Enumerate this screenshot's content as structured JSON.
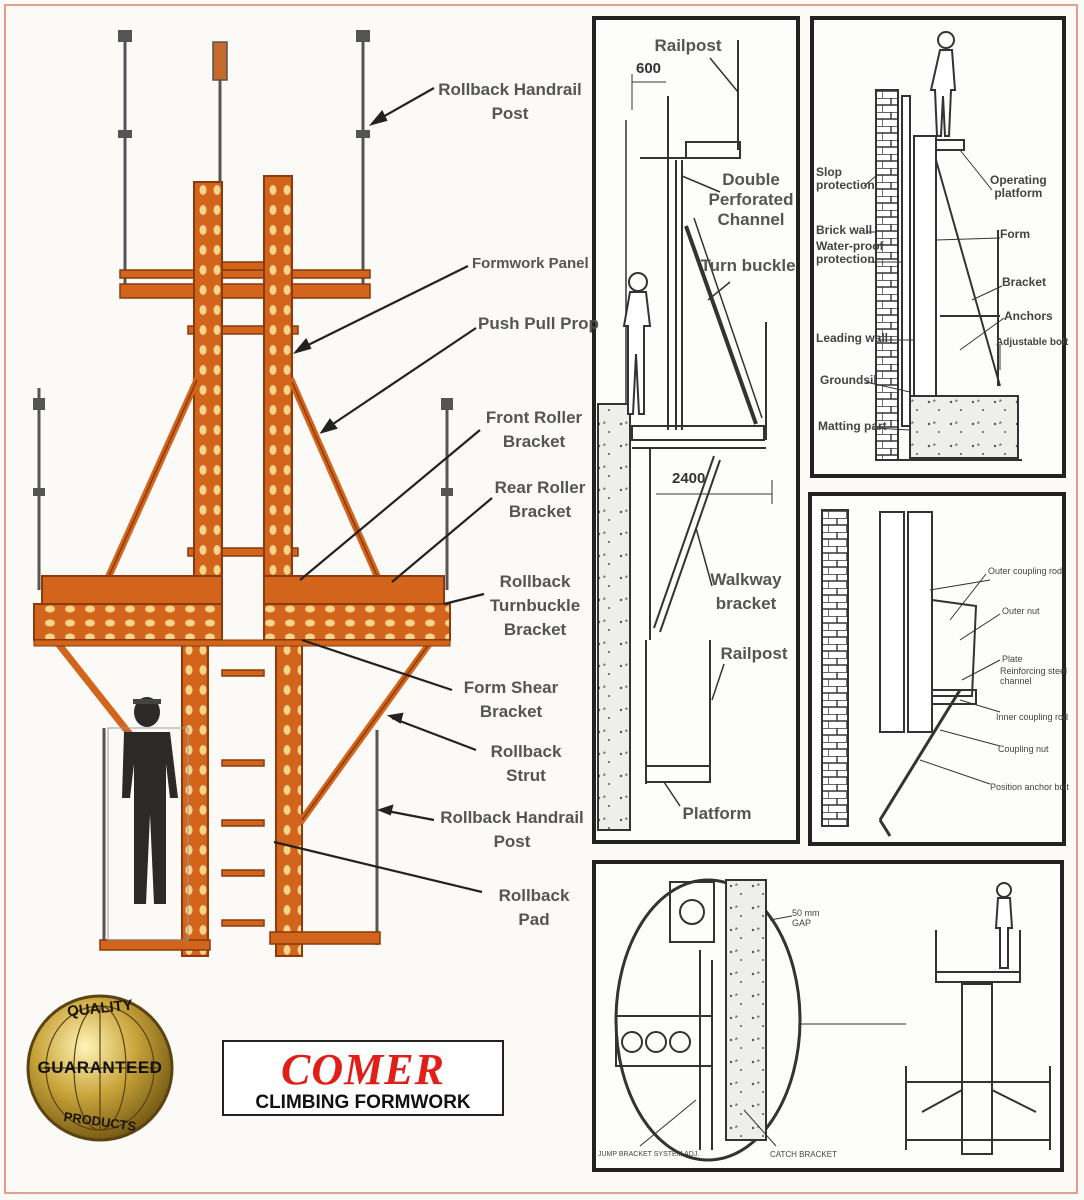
{
  "main_diagram": {
    "labels": {
      "rollback_handrail_post_top": "Rollback Handrail\nPost",
      "formwork_panel": "Formwork Panel",
      "push_pull_prop": "Push Pull Prop",
      "front_roller_bracket": "Front Roller\nBracket",
      "rear_roller_bracket": "Rear Roller\nBracket",
      "rollback_turnbuckle_bracket": "Rollback\nTurnbuckle\nBracket",
      "form_shear_bracket": "Form Shear\nBracket",
      "rollback_strut": "Rollback\nStrut",
      "rollback_handrail_post_bottom": "Rollback Handrail\nPost",
      "rollback_pad": "Rollback\nPad"
    }
  },
  "brand": {
    "name": "COMER",
    "subtitle": "CLIMBING FORMWORK"
  },
  "seal": {
    "top_text": "QUALITY",
    "middle_text": "GUARANTEED",
    "bottom_text": "PRODUCTS"
  },
  "panel_section": {
    "labels": {
      "railpost_top": "Railpost",
      "dim_600": "600",
      "double_perforated_channel": "Double\nPerforated\nChannel",
      "turn_buckle": "Turn buckle",
      "dim_2400": "2400",
      "walkway_bracket": "Walkway\nbracket",
      "railpost_bottom": "Railpost",
      "platform": "Platform"
    }
  },
  "panel_wall": {
    "labels": {
      "slop_protection": "Slop\nprotection",
      "brick_wall": "Brick wall",
      "water_proof_protection": "Water-proof\nprotection",
      "leading_wall": "Leading wall",
      "groundsil": "Groundsil",
      "matting_part": "Matting part",
      "operating_platform": "Operating\nplatform",
      "form": "Form",
      "bracket": "Bracket",
      "anchors": "Anchors",
      "adjustable_bolt": "Adjustable bolt"
    }
  },
  "panel_anchor": {
    "labels": {
      "outer_coupling_rod": "Outer coupling rod",
      "outer_nut": "Outer nut",
      "plate": "Plate",
      "reinforcing_steel_channel": "Reinforcing steel\nchannel",
      "inner_coupling_rod": "Inner coupling rod",
      "coupling_nut": "Coupling nut",
      "position_anchor_bolt": "Position anchor bolt"
    }
  },
  "panel_detail": {
    "labels": {
      "mm_gap": "50 mm\nGAP",
      "jump_bracket_system": "JUMP BRACKET SYSTEM ADJ.",
      "catch_bracket": "CATCH BRACKET"
    }
  },
  "colors": {
    "steel_orange": "#d2641c",
    "steel_dark": "#8a3a0c",
    "brand_red": "#e02018",
    "panel_border": "#222222",
    "gold": "#c9a43a"
  }
}
